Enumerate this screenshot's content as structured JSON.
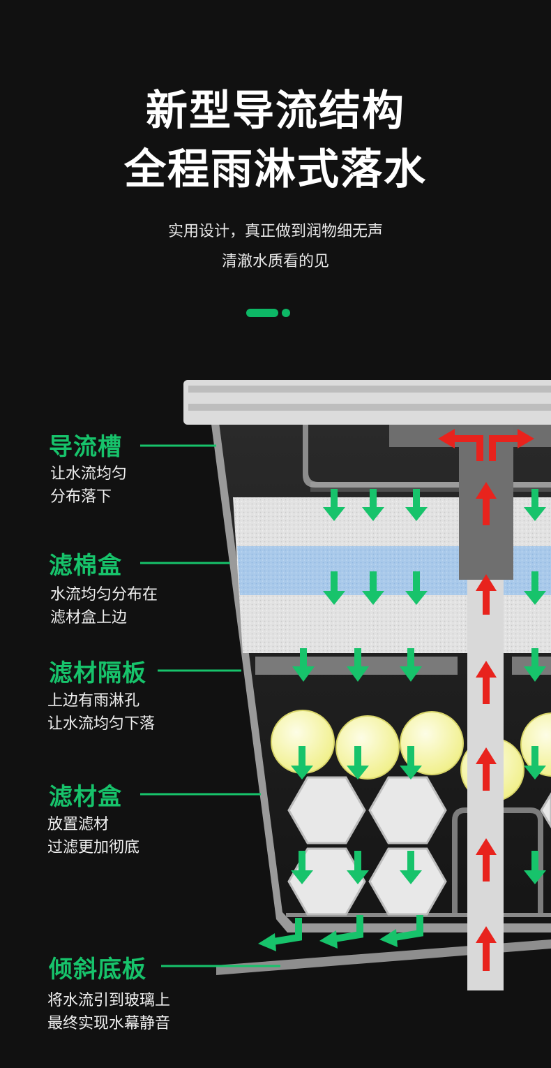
{
  "header": {
    "title_line1": "新型导流结构",
    "title_line2": "全程雨淋式落水",
    "subtitle_line1": "实用设计，真正做到润物细无声",
    "subtitle_line2": "清澈水质看的见"
  },
  "colors": {
    "background": "#111111",
    "accent_green": "#0db866",
    "arrow_red": "#e8231d",
    "arrow_green": "#17c36b"
  },
  "parts": [
    {
      "name": "导流槽",
      "desc_line1": "让水流均匀",
      "desc_line2": "分布落下"
    },
    {
      "name": "滤棉盒",
      "desc_line1": "水流均匀分布在",
      "desc_line2": "滤材盒上边"
    },
    {
      "name": "滤材隔板",
      "desc_line1": "上边有雨淋孔",
      "desc_line2": "让水流均匀下落"
    },
    {
      "name": "滤材盒",
      "desc_line1": "放置滤材",
      "desc_line2": "过滤更加彻底"
    },
    {
      "name": "倾斜底板",
      "desc_line1": "将水流引到玻璃上",
      "desc_line2": "最终实现水幕静音"
    }
  ]
}
